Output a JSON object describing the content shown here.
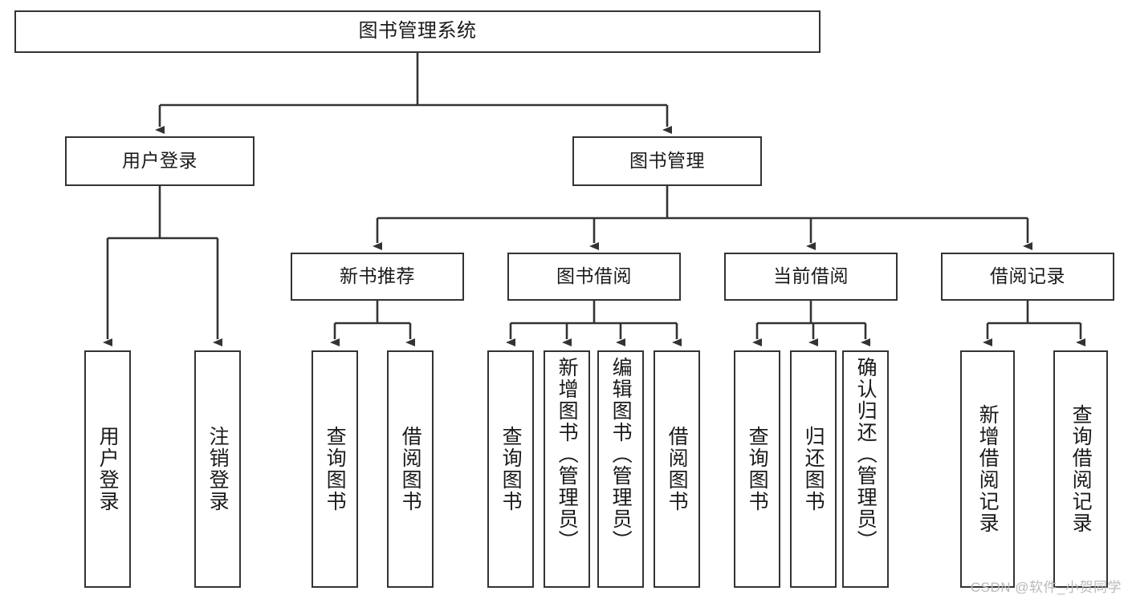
{
  "diagram": {
    "title": "图书管理系统",
    "type": "tree-hierarchy-diagram",
    "watermark": "CSDN @软件_小贺同学",
    "colors": {
      "box_border": "#333333",
      "box_fill": "#ffffff",
      "connector": "#333333",
      "text": "#1a1a1a",
      "watermark": "#b9b9b9",
      "background": "#ffffff"
    }
  },
  "nodes": {
    "root": {
      "label": "图书管理系统"
    },
    "level2": [
      {
        "label": "用户登录"
      },
      {
        "label": "图书管理"
      }
    ],
    "level3": [
      {
        "label": "新书推荐"
      },
      {
        "label": "图书借阅"
      },
      {
        "label": "当前借阅"
      },
      {
        "label": "借阅记录"
      }
    ],
    "leaves": {
      "user_login": [
        {
          "label": "用户登录"
        },
        {
          "label": "注销登录"
        }
      ],
      "new_book_recommend": [
        {
          "label": "查询图书"
        },
        {
          "label": "借阅图书"
        }
      ],
      "book_borrow": [
        {
          "label": "查询图书"
        },
        {
          "label": "新增图书（管理员）"
        },
        {
          "label": "编辑图书（管理员）"
        },
        {
          "label": "借阅图书"
        }
      ],
      "current_borrow": [
        {
          "label": "查询图书"
        },
        {
          "label": "归还图书"
        },
        {
          "label": "确认归还（管理员）"
        }
      ],
      "borrow_record": [
        {
          "label": "新增借阅记录"
        },
        {
          "label": "查询借阅记录"
        }
      ]
    }
  }
}
